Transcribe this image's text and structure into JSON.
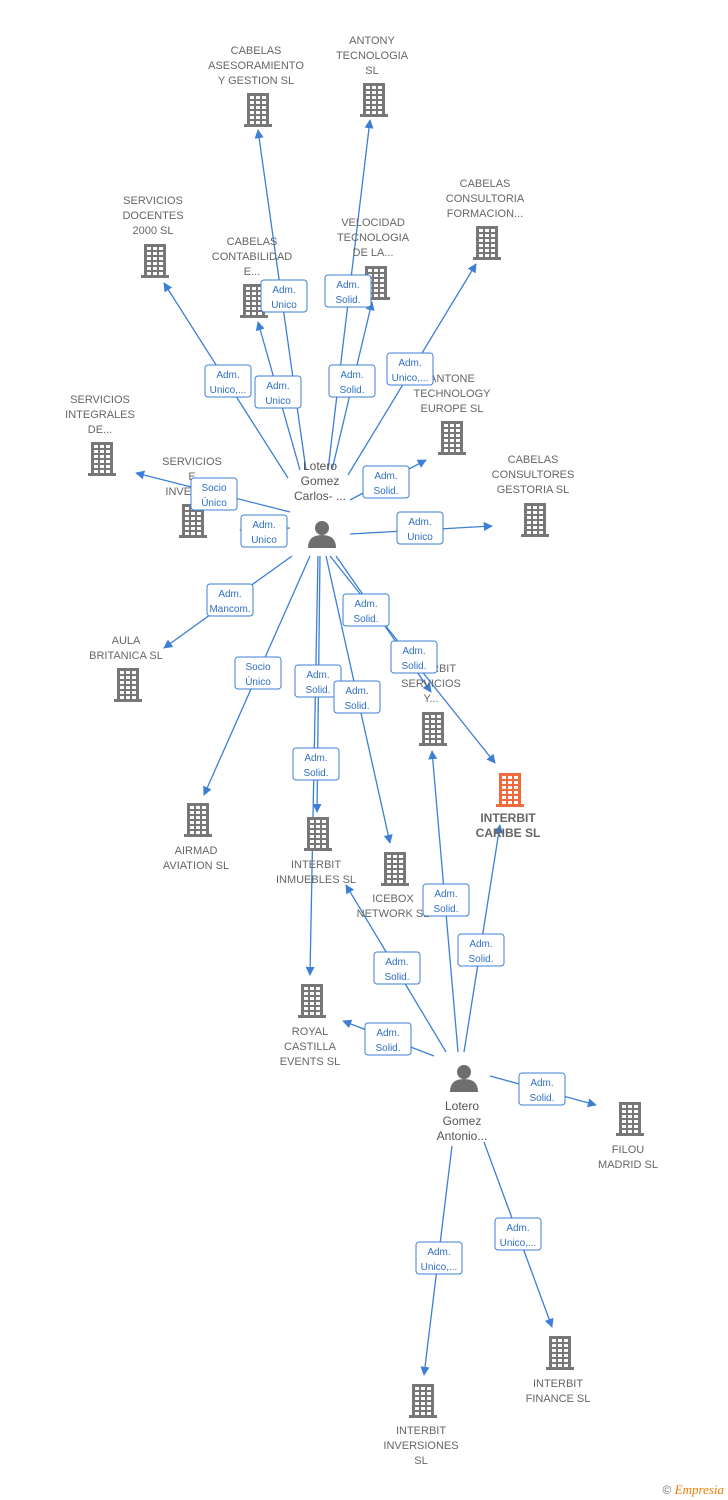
{
  "colors": {
    "edge": "#3d7fd6",
    "building": "#777777",
    "highlight": "#f26a3c",
    "person": "#6e6e6e"
  },
  "persons": [
    {
      "id": "p1",
      "label": [
        "Lotero",
        "Gomez",
        "Carlos- ..."
      ]
    },
    {
      "id": "p2",
      "label": [
        "Lotero",
        "Gomez",
        "Antonio..."
      ]
    }
  ],
  "companies": [
    {
      "id": "c1",
      "label": [
        "CABELAS",
        "ASESORAMIENTO",
        "Y GESTION  SL"
      ]
    },
    {
      "id": "c2",
      "label": [
        "ANTONY",
        "TECNOLOGIA",
        "SL"
      ]
    },
    {
      "id": "c3",
      "label": [
        "SERVICIOS",
        "DOCENTES",
        "2000 SL"
      ]
    },
    {
      "id": "c4",
      "label": [
        "CABELAS",
        "CONTABILIDAD",
        "E..."
      ]
    },
    {
      "id": "c5",
      "label": [
        "VELOCIDAD",
        "TECNOLOGIA",
        "DE LA..."
      ]
    },
    {
      "id": "c6",
      "label": [
        "CABELAS",
        "CONSULTORIA",
        "FORMACION..."
      ]
    },
    {
      "id": "c7",
      "label": [
        "SERVICIOS",
        "INTEGRALES",
        "DE..."
      ]
    },
    {
      "id": "c8",
      "label": [
        "ANTONE",
        "TECHNOLOGY",
        "EUROPE  SL"
      ]
    },
    {
      "id": "c9",
      "label": [
        "SERVICIOS",
        "E",
        "INVERSI..."
      ]
    },
    {
      "id": "c10",
      "label": [
        "CABELAS",
        "CONSULTORES",
        "GESTORIA  SL"
      ]
    },
    {
      "id": "c11",
      "label": [
        "AULA",
        "BRITANICA SL"
      ]
    },
    {
      "id": "c12",
      "label": [
        "INTERBIT",
        "SERVICIOS",
        "Y..."
      ]
    },
    {
      "id": "c13",
      "label": [
        "INTERBIT",
        "CARIBE  SL"
      ],
      "highlight": true
    },
    {
      "id": "c14",
      "label": [
        "AIRMAD",
        "AVIATION  SL"
      ]
    },
    {
      "id": "c15",
      "label": [
        "INTERBIT",
        "INMUEBLES  SL"
      ]
    },
    {
      "id": "c16",
      "label": [
        "ICEBOX",
        "NETWORK  SL"
      ]
    },
    {
      "id": "c17",
      "label": [
        "ROYAL",
        "CASTILLA",
        "EVENTS  SL"
      ]
    },
    {
      "id": "c18",
      "label": [
        "FILOU",
        "MADRID  SL"
      ]
    },
    {
      "id": "c19",
      "label": [
        "INTERBIT",
        "INVERSIONES",
        "SL"
      ]
    },
    {
      "id": "c20",
      "label": [
        "INTERBIT",
        "FINANCE  SL"
      ]
    }
  ],
  "edges": [
    {
      "from": "p1",
      "to": "c1",
      "label": [
        "Adm.",
        "Unico"
      ]
    },
    {
      "from": "p1",
      "to": "c2",
      "label": [
        "Adm.",
        "Solid."
      ]
    },
    {
      "from": "p1",
      "to": "c3",
      "label": [
        "Adm.",
        "Unico,..."
      ]
    },
    {
      "from": "p1",
      "to": "c4",
      "label": [
        "Adm.",
        "Unico"
      ]
    },
    {
      "from": "p1",
      "to": "c5",
      "label": [
        "Adm.",
        "Solid."
      ]
    },
    {
      "from": "p1",
      "to": "c6",
      "label": [
        "Adm.",
        "Unico,..."
      ]
    },
    {
      "from": "p1",
      "to": "c8",
      "label": [
        "Adm.",
        "Solid."
      ]
    },
    {
      "from": "p1",
      "to": "c7",
      "label": [
        "Socio",
        "Único"
      ]
    },
    {
      "from": "p1",
      "to": "c9",
      "label": [
        "Adm.",
        "Unico"
      ]
    },
    {
      "from": "p1",
      "to": "c10",
      "label": [
        "Adm.",
        "Unico"
      ]
    },
    {
      "from": "p1",
      "to": "c11",
      "label": [
        "Adm.",
        "Mancom."
      ]
    },
    {
      "from": "p1",
      "to": "c14",
      "label": [
        "Socio",
        "Único"
      ]
    },
    {
      "from": "p1",
      "to": "c15",
      "label": [
        "Adm.",
        "Solid."
      ]
    },
    {
      "from": "p1",
      "to": "c17",
      "label": [
        "Adm.",
        "Solid."
      ]
    },
    {
      "from": "p1",
      "to": "c16",
      "label": [
        "Adm.",
        "Solid."
      ]
    },
    {
      "from": "p1",
      "to": "c12",
      "label": [
        "Adm.",
        "Solid."
      ]
    },
    {
      "from": "p1",
      "to": "c13",
      "label": [
        "Adm.",
        "Solid."
      ]
    },
    {
      "from": "p2",
      "to": "c12",
      "label": [
        "Adm.",
        "Solid."
      ]
    },
    {
      "from": "p2",
      "to": "c13",
      "label": [
        "Adm.",
        "Solid."
      ]
    },
    {
      "from": "p2",
      "to": "c15",
      "label": [
        "Adm.",
        "Solid."
      ]
    },
    {
      "from": "p2",
      "to": "c17",
      "label": [
        "Adm.",
        "Solid."
      ]
    },
    {
      "from": "p2",
      "to": "c18",
      "label": [
        "Adm.",
        "Solid."
      ]
    },
    {
      "from": "p2",
      "to": "c19",
      "label": [
        "Adm.",
        "Unico,..."
      ]
    },
    {
      "from": "p2",
      "to": "c20",
      "label": [
        "Adm.",
        "Unico,..."
      ]
    }
  ],
  "footer": {
    "copyright": "©",
    "brand": "Empresia"
  }
}
